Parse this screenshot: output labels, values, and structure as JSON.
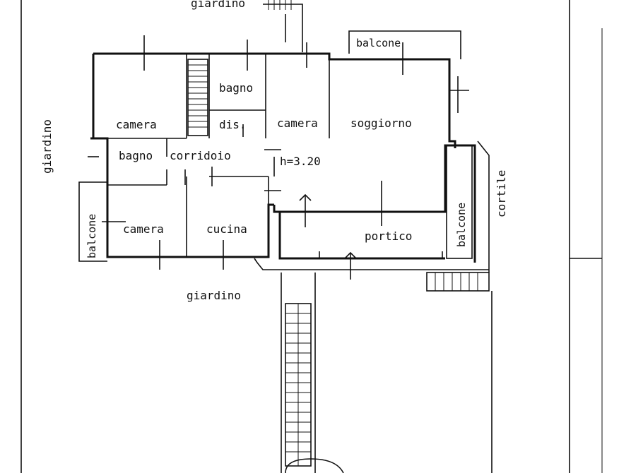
{
  "plan": {
    "rooms": {
      "camera_top_left": "camera",
      "bagno_top": "bagno",
      "camera_center": "camera",
      "soggiorno": "soggiorno",
      "dis": "dis.",
      "bagno_left": "bagno",
      "corridoio": "corridoio",
      "ceiling_height": "h=3.20",
      "camera_bottom": "camera",
      "cucina": "cucina",
      "portico": "portico",
      "balcone_top": "balcone",
      "balcone_left": "balcone",
      "balcone_right": "balcone"
    },
    "exterior": {
      "giardino_top": "giardino",
      "giardino_left": "giardino",
      "giardino_bottom": "giardino",
      "cortile": "cortile"
    }
  }
}
